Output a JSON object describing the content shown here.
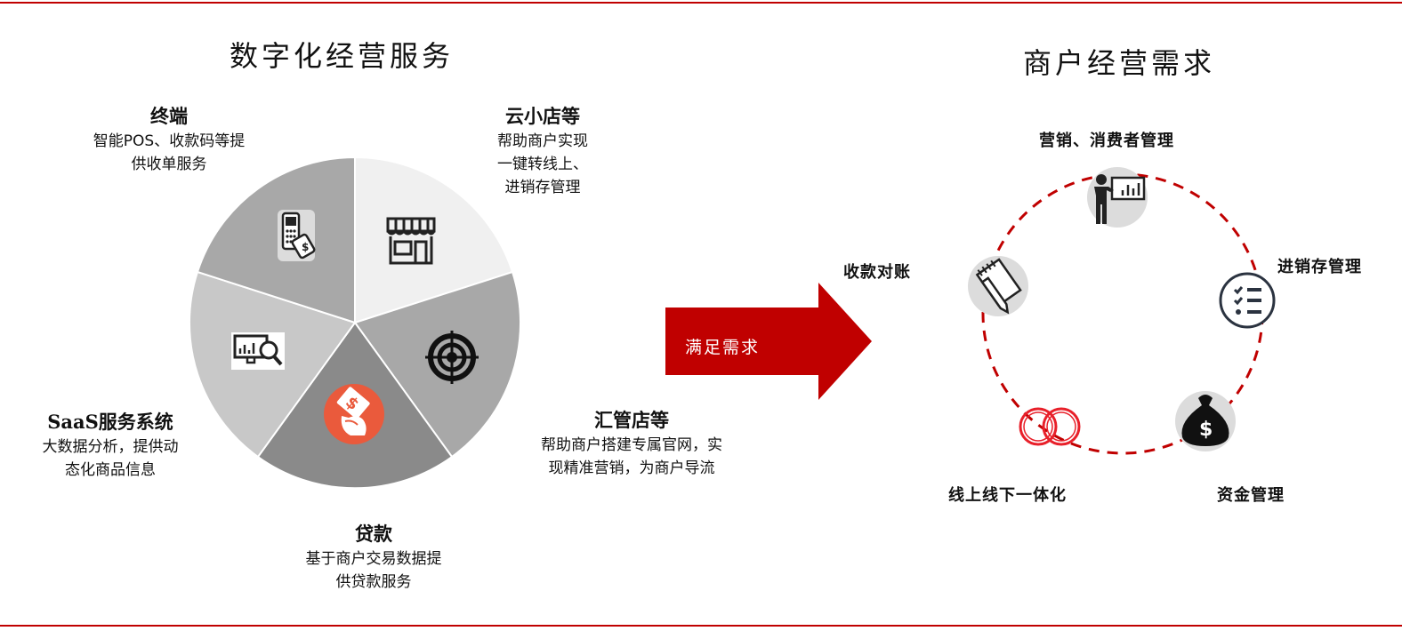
{
  "colors": {
    "rule": "#c00000",
    "accent_red": "#c00000",
    "wedge_light": "#f0f0f0",
    "wedge_mid": "#c8c8c8",
    "wedge_grey": "#a8a8a8",
    "wedge_dark": "#8a8a8a",
    "icon_bg": "#dcdcdc"
  },
  "left": {
    "title": "数字化经营服务",
    "segments": [
      {
        "heading": "终端",
        "desc": [
          "智能POS、收款码等提",
          "供收单服务"
        ],
        "icon": "pos-terminal-icon"
      },
      {
        "heading": "云小店等",
        "desc": [
          "帮助商户实现",
          "一键转线上、",
          "进销存管理"
        ],
        "icon": "storefront-icon"
      },
      {
        "heading": "汇管店等",
        "desc": [
          "帮助商户搭建专属官网，实",
          "现精准营销，为商户导流"
        ],
        "icon": "target-icon"
      },
      {
        "heading": "贷款",
        "desc": [
          "基于商户交易数据提",
          "供贷款服务"
        ],
        "icon": "loan-money-icon"
      },
      {
        "heading": "SaaS服务系统",
        "desc": [
          "大数据分析，提供动",
          "态化商品信息"
        ],
        "icon": "analytics-monitor-icon"
      }
    ]
  },
  "arrow": {
    "label": "满足需求"
  },
  "right": {
    "title": "商户经营需求",
    "nodes": [
      {
        "label": "营销、消费者管理",
        "icon": "presenter-chart-icon"
      },
      {
        "label": "进销存管理",
        "icon": "checklist-icon"
      },
      {
        "label": "资金管理",
        "icon": "money-bag-icon"
      },
      {
        "label": "线上线下一体化",
        "icon": "linked-rings-icon"
      },
      {
        "label": "收款对账",
        "icon": "notepad-pen-icon"
      }
    ]
  }
}
